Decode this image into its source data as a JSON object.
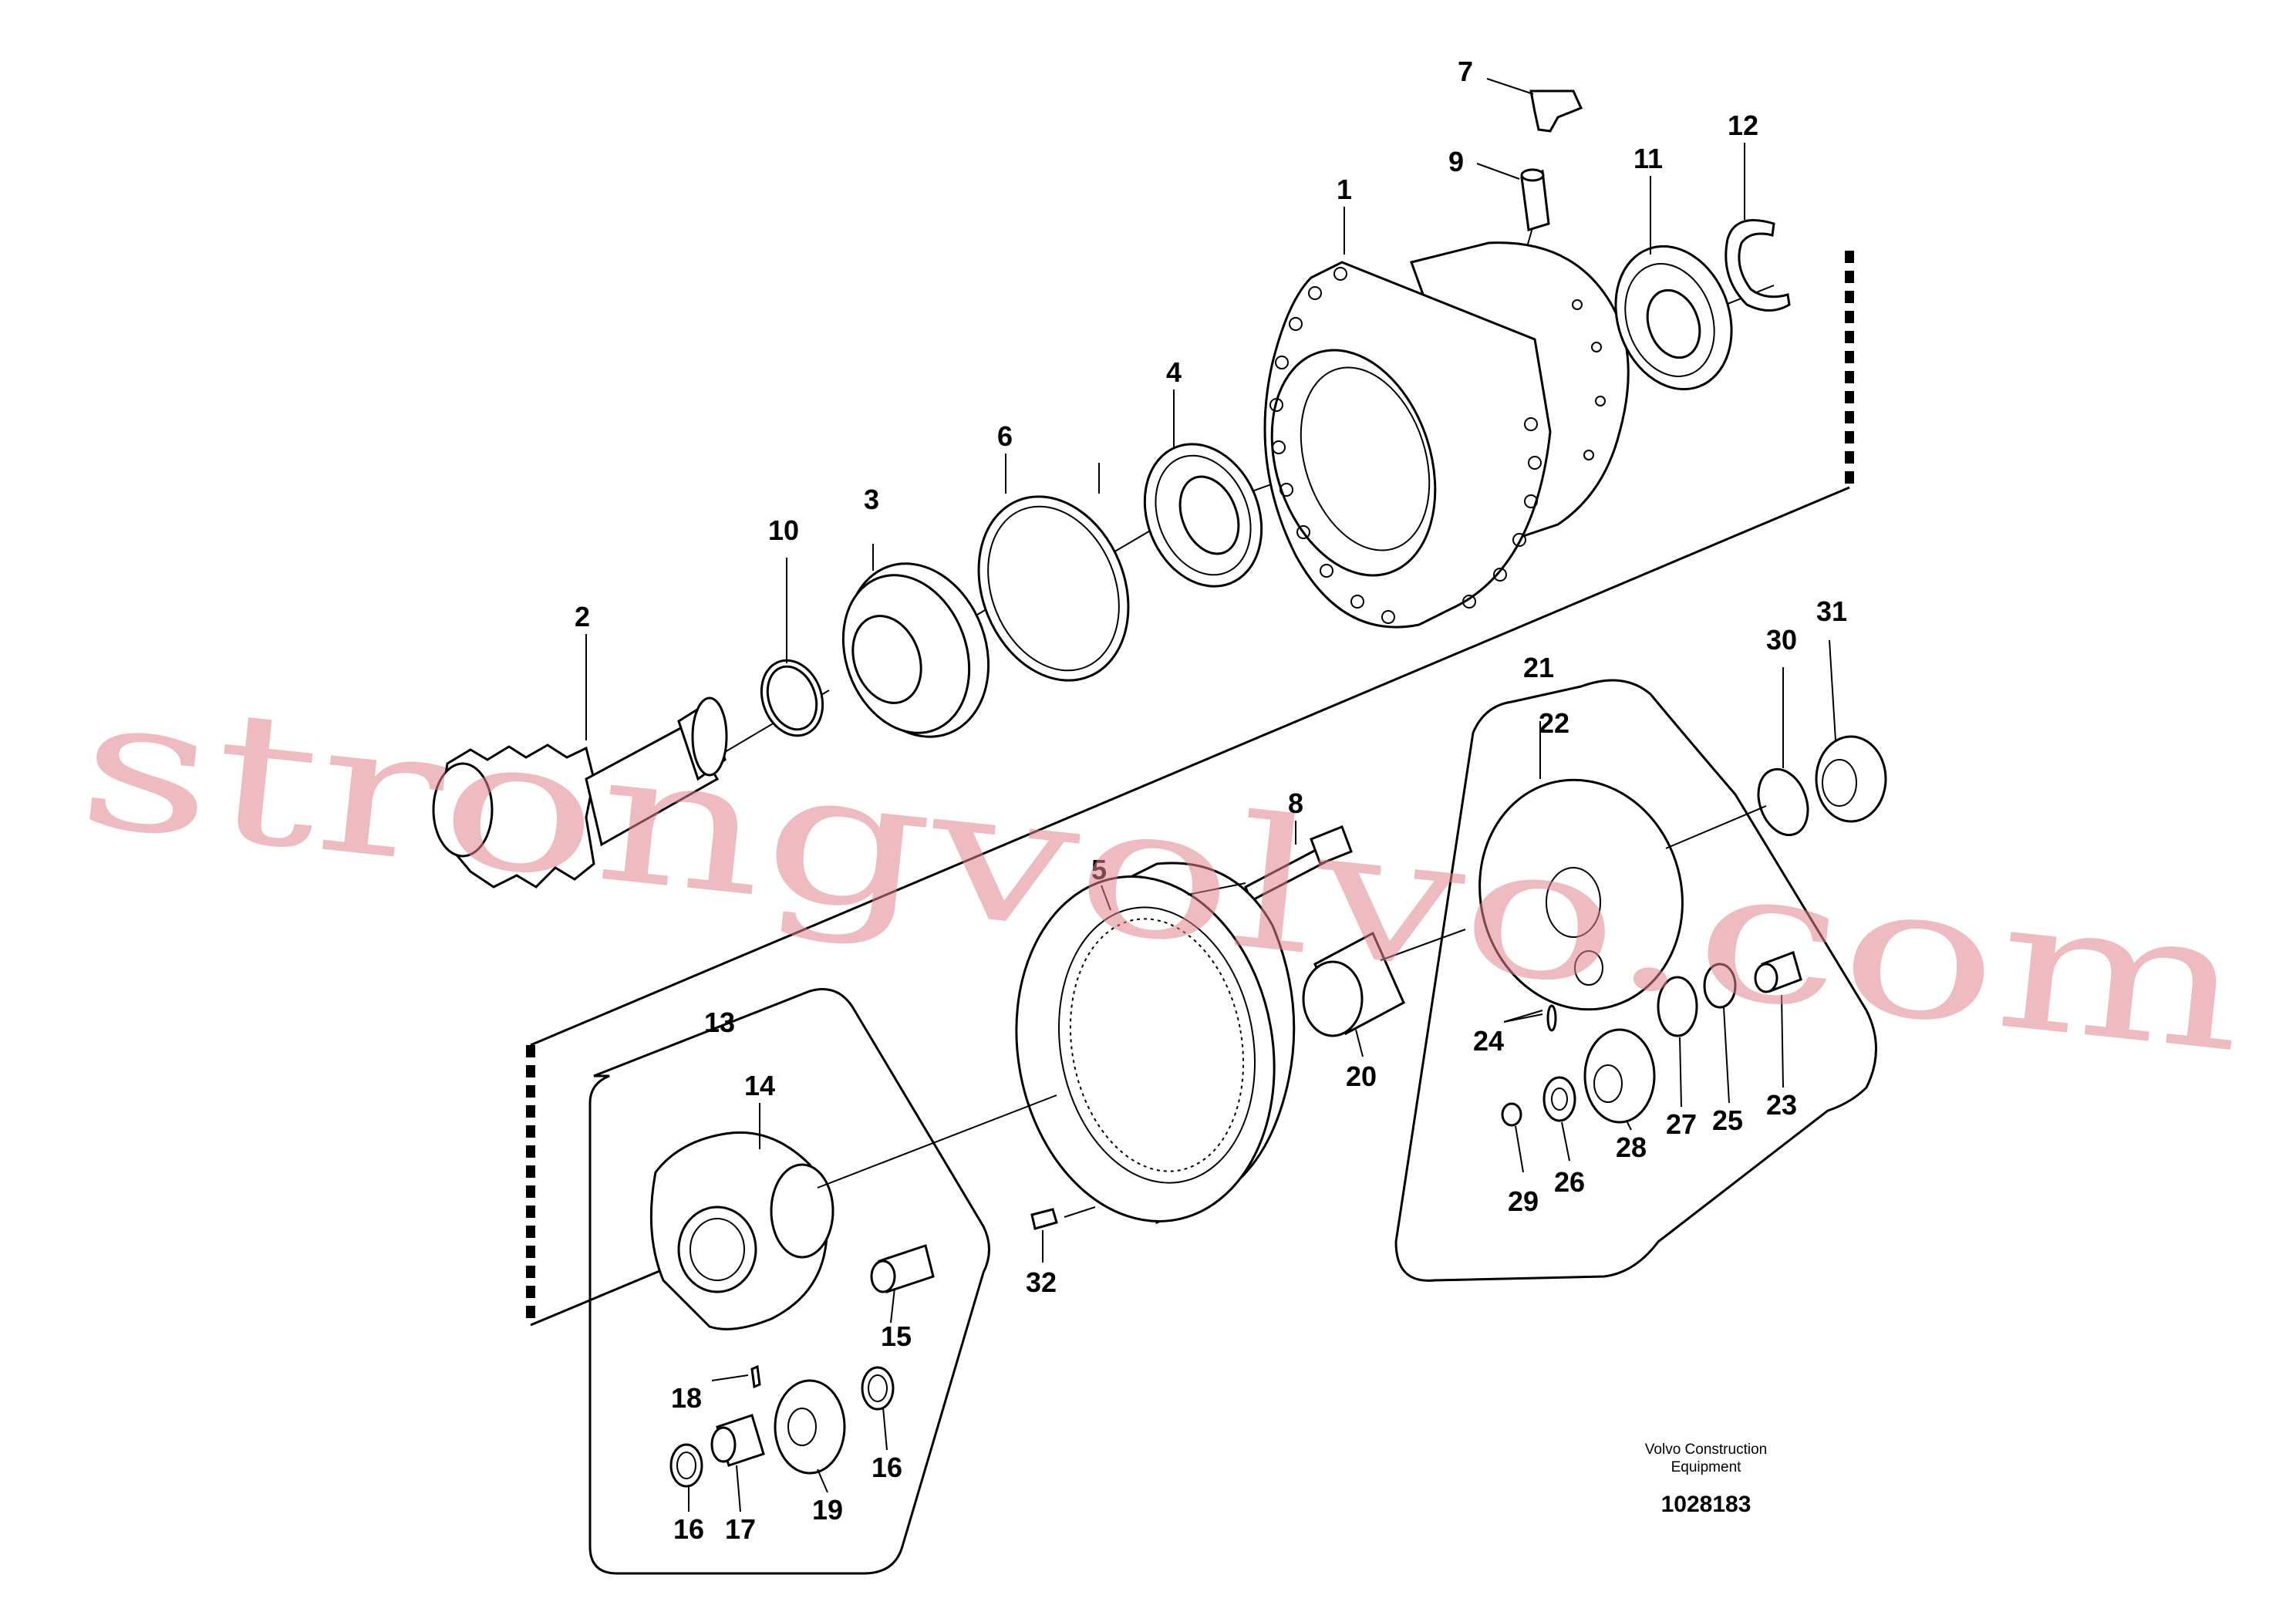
{
  "diagram": {
    "callouts": {
      "p1": "1",
      "p2": "2",
      "p3": "3",
      "p4": "4",
      "p5": "5",
      "p6": "6",
      "p7": "7",
      "p8": "8",
      "p9": "9",
      "p10": "10",
      "p11": "11",
      "p12": "12",
      "p13": "13",
      "p14": "14",
      "p15": "15",
      "p16a": "16",
      "p16b": "16",
      "p17": "17",
      "p18": "18",
      "p19": "19",
      "p20": "20",
      "p21": "21",
      "p22": "22",
      "p23": "23",
      "p24": "24",
      "p25": "25",
      "p26": "26",
      "p27": "27",
      "p28": "28",
      "p29": "29",
      "p30": "30",
      "p31": "31",
      "p32": "32"
    },
    "caption": {
      "line1": "Volvo Construction",
      "line2": "Equipment"
    },
    "document_number": "1028183"
  },
  "watermark": {
    "text": "strongvolvo.com",
    "color": "#de848c"
  }
}
